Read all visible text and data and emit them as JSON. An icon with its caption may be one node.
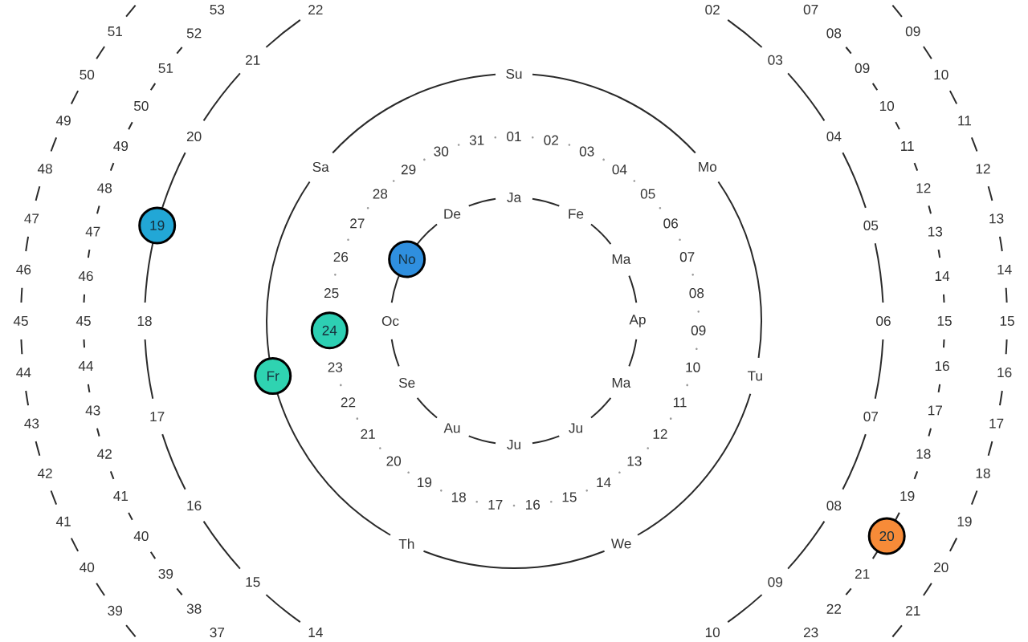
{
  "diagram": {
    "nodes": [
      {
        "text": [
          "19"
        ]
      },
      {
        "text": [
          "No"
        ]
      },
      {
        "text": [
          "24"
        ]
      },
      {
        "text": [
          "Fr"
        ]
      },
      {
        "text": [
          "20"
        ]
      }
    ],
    "labels": [
      "Ja",
      "Fe",
      "Ma",
      "Ap",
      "Ma",
      "Ju",
      "Ju",
      "Au",
      "Se",
      "Oc",
      "De",
      "01",
      "02",
      "03",
      "04",
      "05",
      "06",
      "07",
      "08",
      "09",
      "10",
      "11",
      "12",
      "13",
      "14",
      "15",
      "16",
      "17",
      "18",
      "19",
      "20",
      "21",
      "22",
      "23",
      "25",
      "26",
      "27",
      "28",
      "29",
      "30",
      "31",
      "Su",
      "Mo",
      "Tu",
      "We",
      "Th",
      "Sa",
      "02",
      "03",
      "04",
      "05",
      "06",
      "07",
      "08",
      "09",
      "10",
      "14",
      "15",
      "16",
      "17",
      "18",
      "20",
      "21",
      "22",
      "07",
      "08",
      "09",
      "10",
      "11",
      "12",
      "13",
      "14",
      "15",
      "16",
      "17",
      "18",
      "19",
      "21",
      "22",
      "23",
      "37",
      "38",
      "39",
      "40",
      "41",
      "42",
      "43",
      "44",
      "45",
      "46",
      "47",
      "48",
      "49",
      "50",
      "51",
      "52",
      "53",
      "09",
      "10",
      "11",
      "12",
      "13",
      "14",
      "15",
      "16",
      "17",
      "18",
      "19",
      "20",
      "21",
      "39",
      "40",
      "41",
      "42",
      "43",
      "44",
      "45",
      "46",
      "47",
      "48",
      "49",
      "50",
      "51"
    ]
  }
}
